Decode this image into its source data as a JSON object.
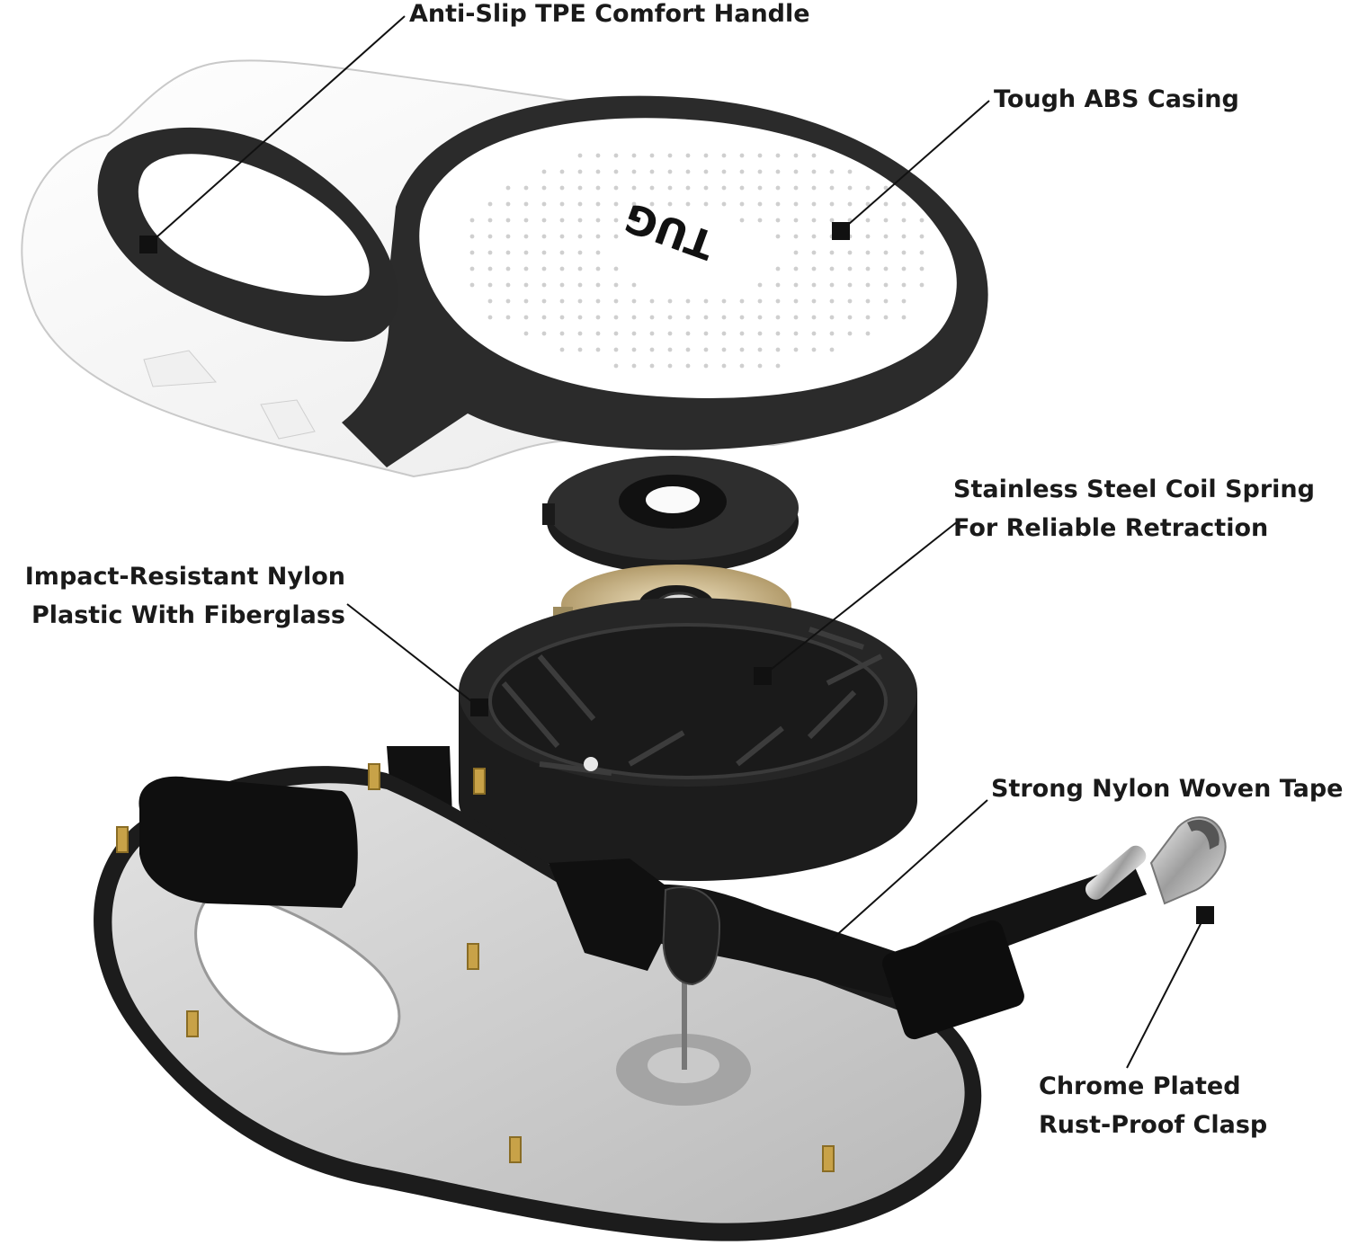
{
  "diagram": {
    "brand_logo": "TUG",
    "annotations": [
      {
        "id": "handle",
        "lines": [
          "Anti-Slip TPE Comfort Handle"
        ]
      },
      {
        "id": "casing",
        "lines": [
          "Tough ABS Casing"
        ]
      },
      {
        "id": "spring",
        "lines": [
          "Stainless Steel Coil Spring",
          "For Reliable Retraction"
        ]
      },
      {
        "id": "nylon",
        "lines": [
          "Impact-Resistant Nylon",
          "Plastic With Fiberglass"
        ]
      },
      {
        "id": "tape",
        "lines": [
          "Strong Nylon Woven Tape"
        ]
      },
      {
        "id": "clasp",
        "lines": [
          "Chrome Plated",
          "Rust-Proof Clasp"
        ]
      }
    ]
  }
}
